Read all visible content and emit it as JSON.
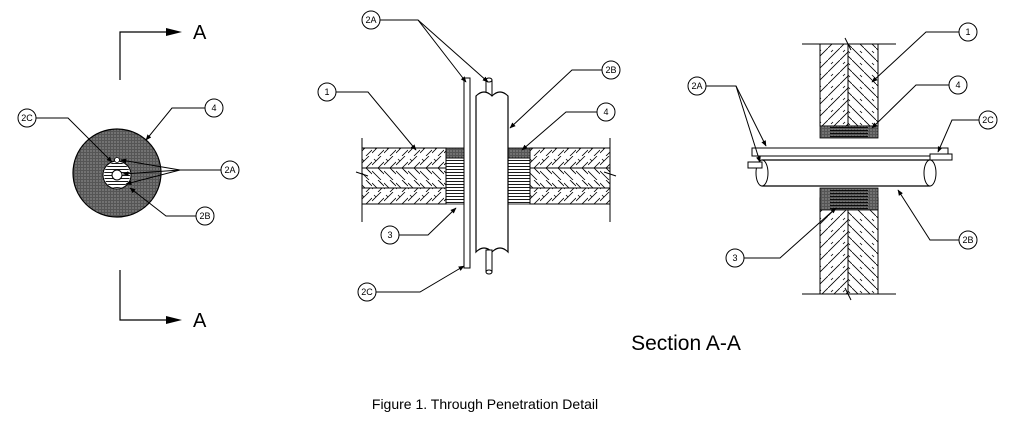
{
  "figure": {
    "caption": "Figure 1. Through Penetration Detail"
  },
  "section": {
    "title": "Section A-A"
  },
  "cut_markers": {
    "top": "A",
    "bottom": "A"
  },
  "callouts": {
    "c1": "1",
    "c2A": "2A",
    "c2B": "2B",
    "c2C": "2C",
    "c3": "3",
    "c4": "4"
  },
  "colors": {
    "line": "#000000",
    "background": "#ffffff",
    "firestop_fill": "#4a4a4a"
  }
}
